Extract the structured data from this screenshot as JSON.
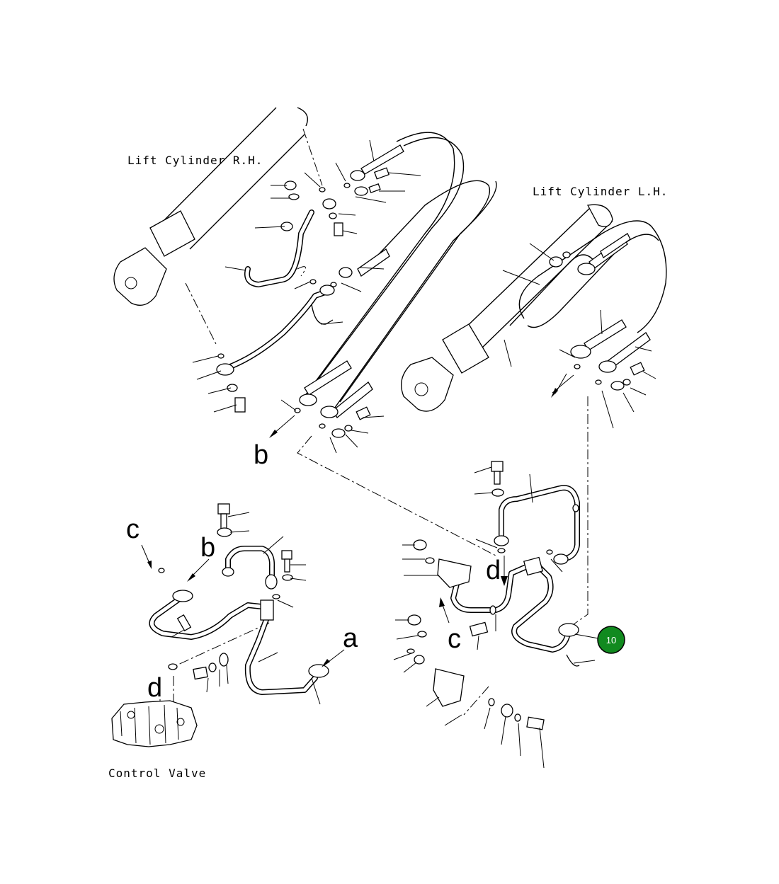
{
  "labels": {
    "lift_cylinder_rh": "Lift Cylinder R.H.",
    "lift_cylinder_lh": "Lift Cylinder L.H.",
    "control_valve": "Control Valve"
  },
  "connection_letters": {
    "b_top": "b",
    "c_left": "c",
    "b_left": "b",
    "d_left": "d",
    "a_left": "a",
    "d_right": "d",
    "c_right": "c"
  },
  "callout": {
    "number": "10",
    "color": "#118a1f",
    "border_color": "#000000"
  }
}
